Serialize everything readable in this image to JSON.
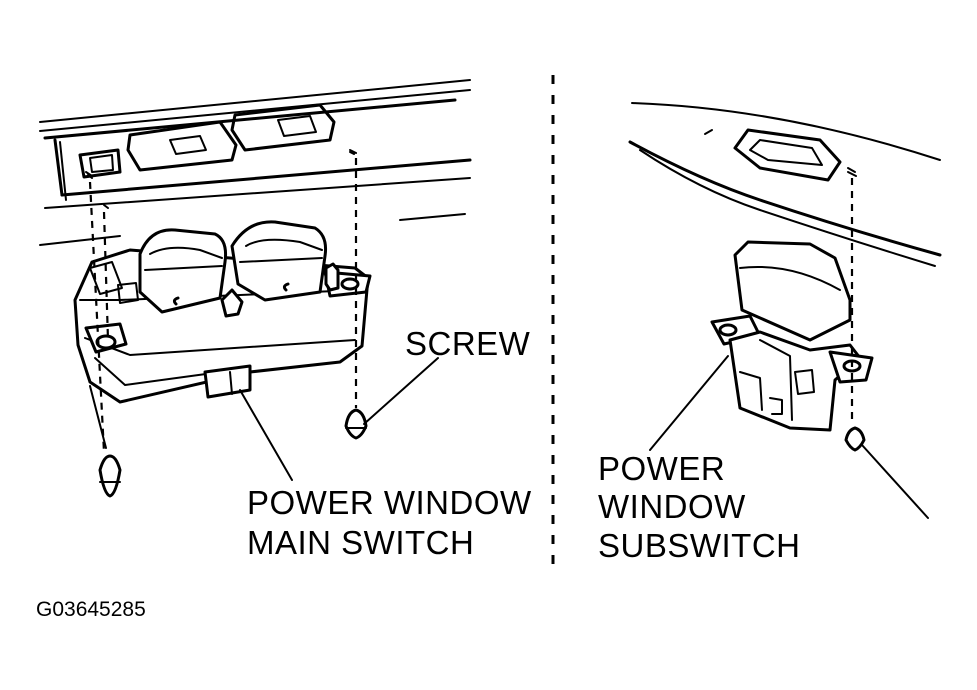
{
  "labels": {
    "screw": "SCREW",
    "main_switch_line1": "POWER WINDOW",
    "main_switch_line2": "MAIN SWITCH",
    "subswitch_line1": "POWER",
    "subswitch_line2": "WINDOW",
    "subswitch_line3": "SUBSWITCH",
    "figure_id": "G03645285"
  }
}
